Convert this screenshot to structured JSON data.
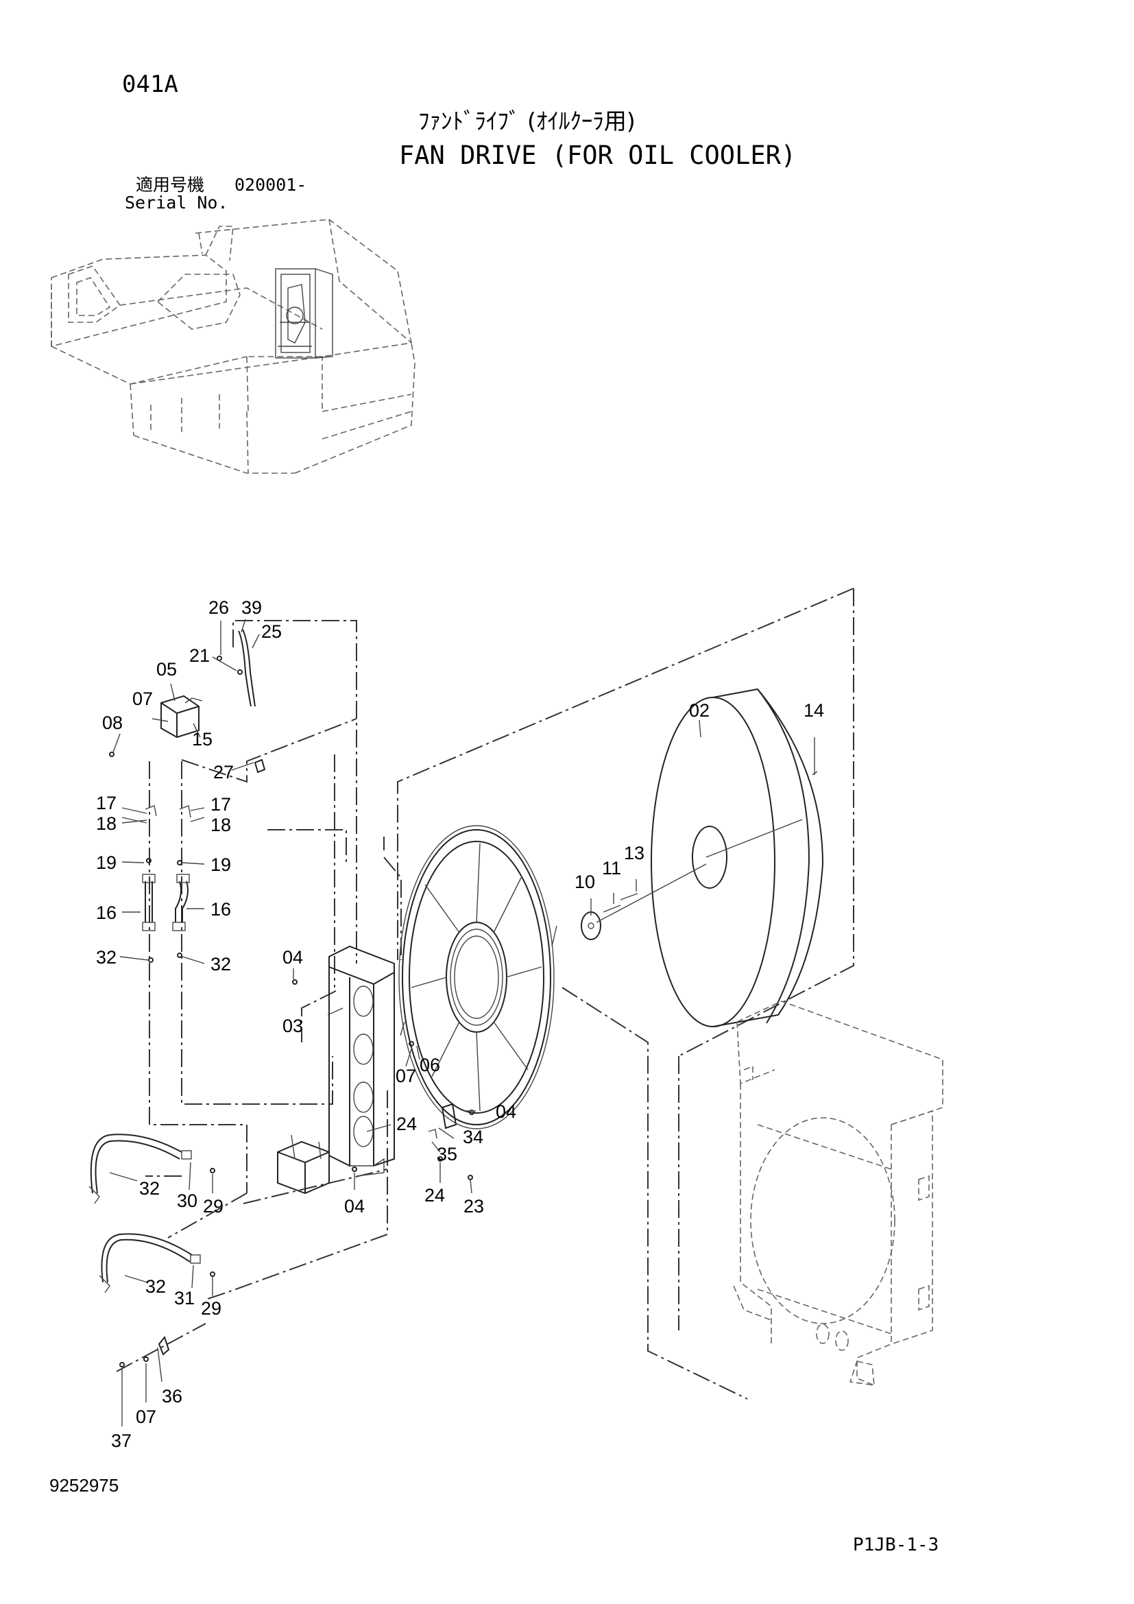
{
  "header": {
    "page_code": "041A",
    "title_jp": "ﾌｧﾝﾄﾞﾗｲﾌﾞ (ｵｲﾙｸｰﾗ用)",
    "title_en": "FAN DRIVE (FOR OIL COOLER)",
    "serial_label_jp": "適用号機",
    "serial_number": "020001-",
    "serial_label_en": "Serial No."
  },
  "footer": {
    "doc_number": "9252975",
    "sheet_ref": "P1JB-1-3"
  },
  "part_labels": [
    "26",
    "39",
    "25",
    "21",
    "05",
    "07",
    "08",
    "15",
    "27",
    "17",
    "17",
    "18",
    "18",
    "19",
    "19",
    "16",
    "16",
    "32",
    "32",
    "04",
    "03",
    "07",
    "06",
    "24",
    "04",
    "34",
    "35",
    "24",
    "23",
    "32",
    "30",
    "29",
    "04",
    "32",
    "31",
    "29",
    "36",
    "07",
    "37",
    "02",
    "14",
    "13",
    "11",
    "10"
  ]
}
